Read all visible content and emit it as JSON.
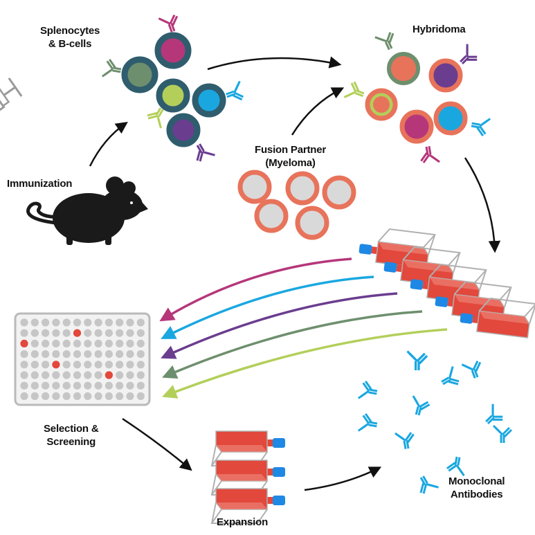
{
  "labels": {
    "splenocytes": [
      "Splenocytes",
      "& B-cells"
    ],
    "hybridoma": "Hybridoma",
    "fusion_partner": [
      "Fusion Partner",
      "(Myeloma)"
    ],
    "immunization": "Immunization",
    "selection": [
      "Selection &",
      "Screening"
    ],
    "expansion": "Expansion",
    "monoclonal": [
      "Monoclonal",
      "Antibodies"
    ]
  },
  "colors": {
    "arrow": "#111111",
    "mouse": "#1a1a1a",
    "flask_body": "#e2483b",
    "flask_cap": "#1e88e5",
    "antibody": "#1aa7e0",
    "plate_well": "#c6c6c6",
    "plate_hit": "#e2483b",
    "myeloma_ring": "#e8735b",
    "myeloma_core": "#d9d9d9",
    "screen_arrows": [
      "#b5377a",
      "#1aa7e0",
      "#6a3d8f",
      "#6e8f6e",
      "#b3cf5a"
    ]
  },
  "plate": {
    "rows": 8,
    "cols": 12,
    "hits": [
      [
        1,
        5
      ],
      [
        2,
        0
      ],
      [
        4,
        3
      ],
      [
        5,
        8
      ]
    ]
  }
}
